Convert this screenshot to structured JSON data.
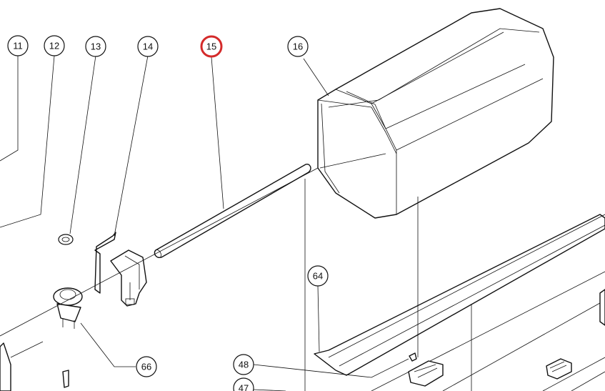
{
  "diagram": {
    "highlight_color": "#d42a2a",
    "line_color": "#111111",
    "callouts": [
      {
        "id": "11",
        "label": "11",
        "highlighted": false
      },
      {
        "id": "12",
        "label": "12",
        "highlighted": false
      },
      {
        "id": "13",
        "label": "13",
        "highlighted": false
      },
      {
        "id": "14",
        "label": "14",
        "highlighted": false
      },
      {
        "id": "15",
        "label": "15",
        "highlighted": true
      },
      {
        "id": "16",
        "label": "16",
        "highlighted": false
      },
      {
        "id": "64",
        "label": "64",
        "highlighted": false
      },
      {
        "id": "66",
        "label": "66",
        "highlighted": false
      },
      {
        "id": "48",
        "label": "48",
        "highlighted": false
      },
      {
        "id": "47",
        "label": "47",
        "highlighted": false
      }
    ]
  }
}
